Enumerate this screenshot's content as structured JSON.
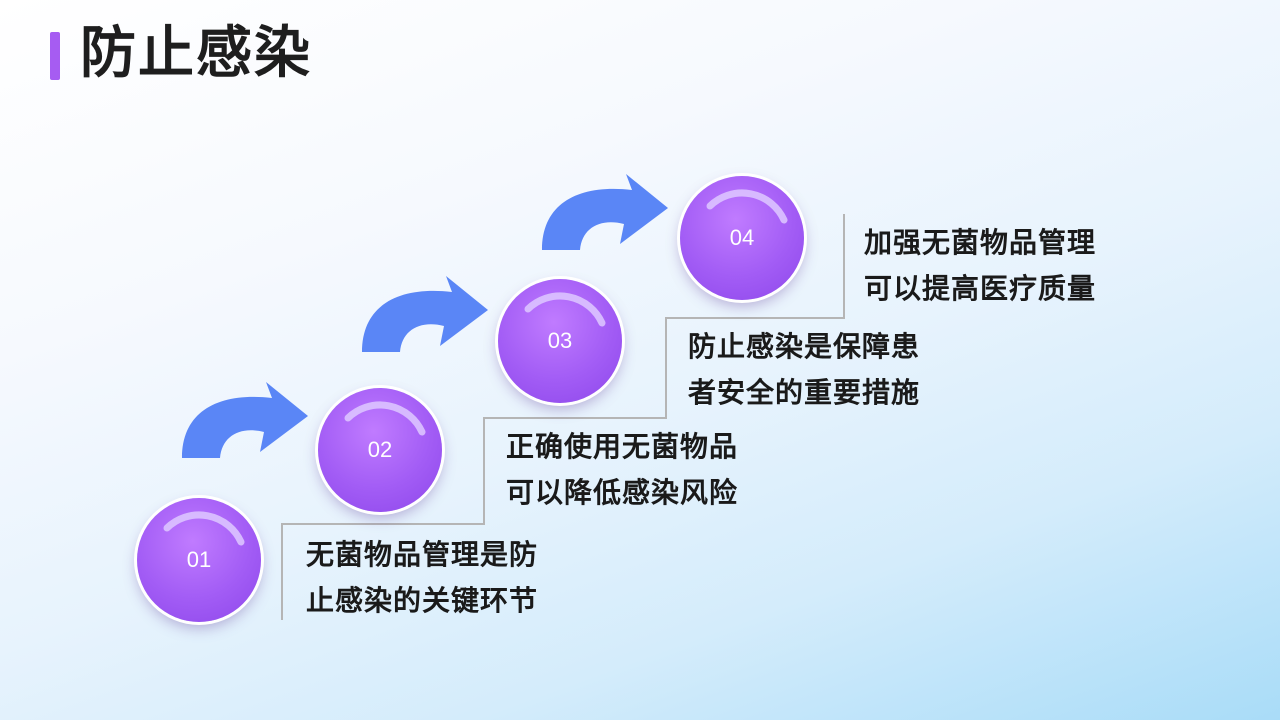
{
  "title": "防止感染",
  "steps": [
    {
      "number": "01",
      "line1": "无菌物品管理是防",
      "line2": "止感染的关键环节"
    },
    {
      "number": "02",
      "line1": "正确使用无菌物品",
      "line2": "可以降低感染风险"
    },
    {
      "number": "03",
      "line1": "防止感染是保障患",
      "line2": "者安全的重要措施"
    },
    {
      "number": "04",
      "line1": "加强无菌物品管理",
      "line2": "可以提高医疗质量"
    }
  ],
  "colors": {
    "accent": "#a65cf2",
    "circle": "#a25cf5",
    "arrow": "#5a86f6",
    "step_line": "#b5b5b5",
    "text": "#1a1a1a"
  },
  "icons": {
    "arrow": "curved-arrow-icon"
  }
}
